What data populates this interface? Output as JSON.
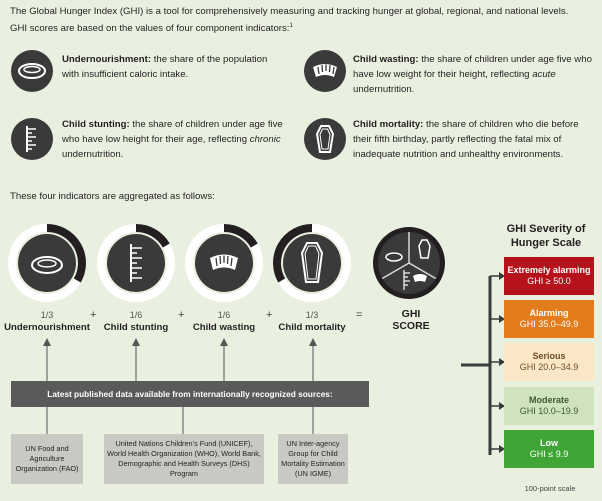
{
  "intro": {
    "line1": "The Global Hunger Index (GHI) is a tool for comprehensively measuring and tracking hunger at global, regional, and national levels.",
    "line2": "GHI scores are based on the values of four component indicators:",
    "footnote": "1"
  },
  "indicators": [
    {
      "title": "Undernourishment:",
      "desc": "the share of the population with insufficient caloric intake.",
      "icon": "bowl-icon"
    },
    {
      "title": "Child wasting:",
      "desc_a": "the share of children under age five who have low weight for their height, reflecting ",
      "emph": "acute",
      "desc_b": " undernutrition.",
      "icon": "scale-icon"
    },
    {
      "title": "Child stunting:",
      "desc_a": "the share of children under age five who have low height for their age, reflecting ",
      "emph": "chronic",
      "desc_b": " undernutrition.",
      "icon": "ruler-icon"
    },
    {
      "title": "Child mortality:",
      "desc": "the share of children who die before their fifth birthday, partly reflecting the fatal mix of inadequate nutrition and unhealthy environments.",
      "icon": "coffin-icon"
    }
  ],
  "aggregated_line": "These four indicators are aggregated as follows:",
  "components": [
    {
      "weight": "1/3",
      "label": "Undernourishment"
    },
    {
      "weight": "1/6",
      "label": "Child stunting"
    },
    {
      "weight": "1/6",
      "label": "Child wasting"
    },
    {
      "weight": "1/3",
      "label": "Child mortality"
    }
  ],
  "operators": [
    "+",
    "+",
    "+",
    "="
  ],
  "ghi_label": {
    "line1": "GHI",
    "line2": "SCORE"
  },
  "sources_bar": "Latest published data available from internationally recognized sources:",
  "sources": [
    "UN Food and Agriculture Organization (FAO)",
    "United Nations Children’s Fund (UNICEF), World Health Organization (WHO), World Bank, Demographic and Health Surveys (DHS) Program",
    "UN Inter-agency Group for Child Mortality Estimation (UN IGME)"
  ],
  "scale": {
    "title": "GHI Severity of Hunger Scale",
    "levels": [
      {
        "name": "Extremely alarming",
        "range": "GHI ≥ 50.0",
        "color": "#b5121b",
        "text_color": "#ffffff"
      },
      {
        "name": "Alarming",
        "range": "GHI 35.0–49.9",
        "color": "#e37c1c",
        "text_color": "#ffffff"
      },
      {
        "name": "Serious",
        "range": "GHI 20.0–34.9",
        "color": "#fbe7c5",
        "text_color": "#6b4a2b"
      },
      {
        "name": "Moderate",
        "range": "GHI 10.0–19.9",
        "color": "#cfe3bf",
        "text_color": "#3c5a2c"
      },
      {
        "name": "Low",
        "range": "GHI ≤ 9.9",
        "color": "#3fa535",
        "text_color": "#ffffff"
      }
    ],
    "footer": "100-point scale"
  }
}
